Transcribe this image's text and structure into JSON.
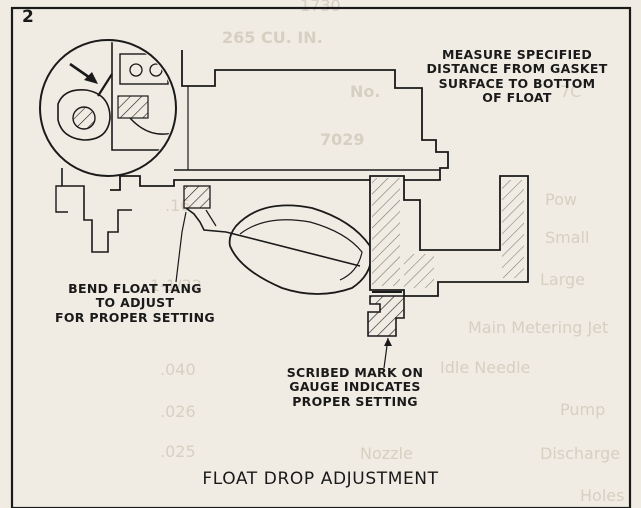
{
  "figure": {
    "number": "2",
    "caption": "FLOAT DROP ADJUSTMENT"
  },
  "callouts": {
    "measure": "MEASURE SPECIFIED\nDISTANCE FROM GASKET\nSURFACE TO BOTTOM\nOF FLOAT",
    "bend": "BEND FLOAT TANG\nTO ADJUST\nFOR PROPER SETTING",
    "scribed": "SCRIBED MARK ON\nGAUGE INDICATES\nPROPER SETTING"
  },
  "show_through": {
    "items": [
      "1730",
      "265 CU. IN.",
      "No.",
      "7C",
      "7029",
      "Pow",
      "Small",
      "Large",
      "Main Metering Jet",
      "Idle Needle",
      "Pump",
      "Discharge",
      "Holes",
      "Nozzle",
      ".16",
      "1-1/32",
      ".040",
      ".026",
      ".025"
    ]
  },
  "colors": {
    "paper": "#f1ece3",
    "ink": "#1a1a1a",
    "show_through": "#d6cfc2"
  }
}
